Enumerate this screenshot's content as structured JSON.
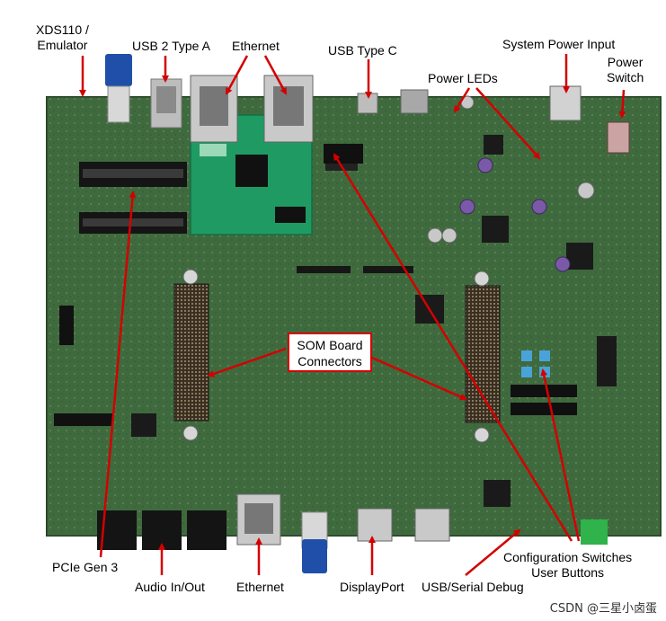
{
  "labels": {
    "xds": [
      "XDS110 /",
      "Emulator"
    ],
    "usb2": "USB 2 Type A",
    "ethernet_top": "Ethernet",
    "usbc": "USB Type C",
    "system_power": "System Power Input",
    "power_switch": [
      "Power",
      "Switch"
    ],
    "power_leds": "Power LEDs",
    "som": [
      "SOM Board",
      "Connectors"
    ],
    "pcie": "PCIe Gen 3",
    "audio": "Audio In/Out",
    "ethernet_bottom": "Ethernet",
    "displayport": "DisplayPort",
    "usb_serial": "USB/Serial Debug",
    "config": [
      "Configuration Switches",
      "User Buttons"
    ]
  },
  "watermark": "CSDN @三星小卤蛋",
  "colors": {
    "pcb": "#3f6b3e",
    "pcb_dark": "#2c4f2d",
    "arrow": "#d40000",
    "usb_blue": "#1f4fa8"
  }
}
